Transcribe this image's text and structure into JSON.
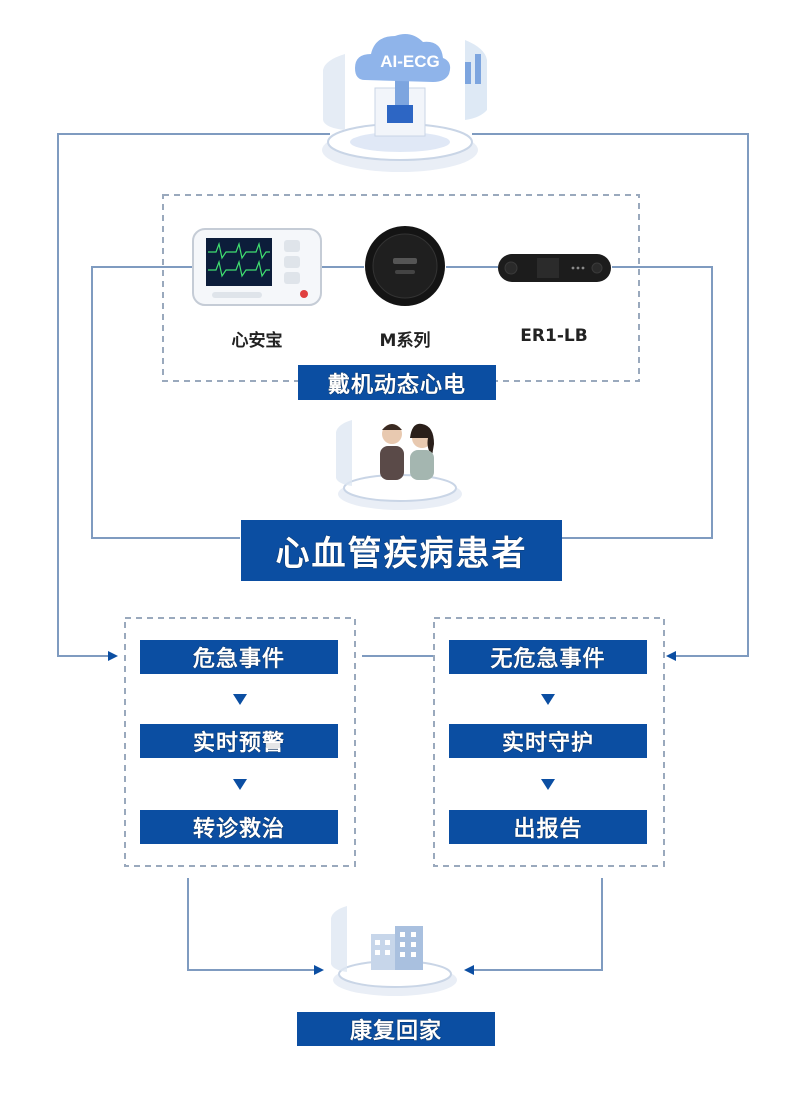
{
  "cloud": {
    "label": "AI-ECG"
  },
  "devices": [
    {
      "label": "心安宝"
    },
    {
      "label": "M系列"
    },
    {
      "label": "ER1-LB"
    }
  ],
  "wearable_box": {
    "label": "戴机动态心电"
  },
  "patients_box": {
    "label": "心血管疾病患者"
  },
  "left_branch": {
    "steps": [
      "危急事件",
      "实时预警",
      "转诊救治"
    ]
  },
  "right_branch": {
    "steps": [
      "无危急事件",
      "实时守护",
      "出报告"
    ]
  },
  "recovery_box": {
    "label": "康复回家"
  },
  "colors": {
    "primary": "#0b4ea2",
    "line": "#7f9bc0",
    "dash": "#9aa9bd"
  }
}
